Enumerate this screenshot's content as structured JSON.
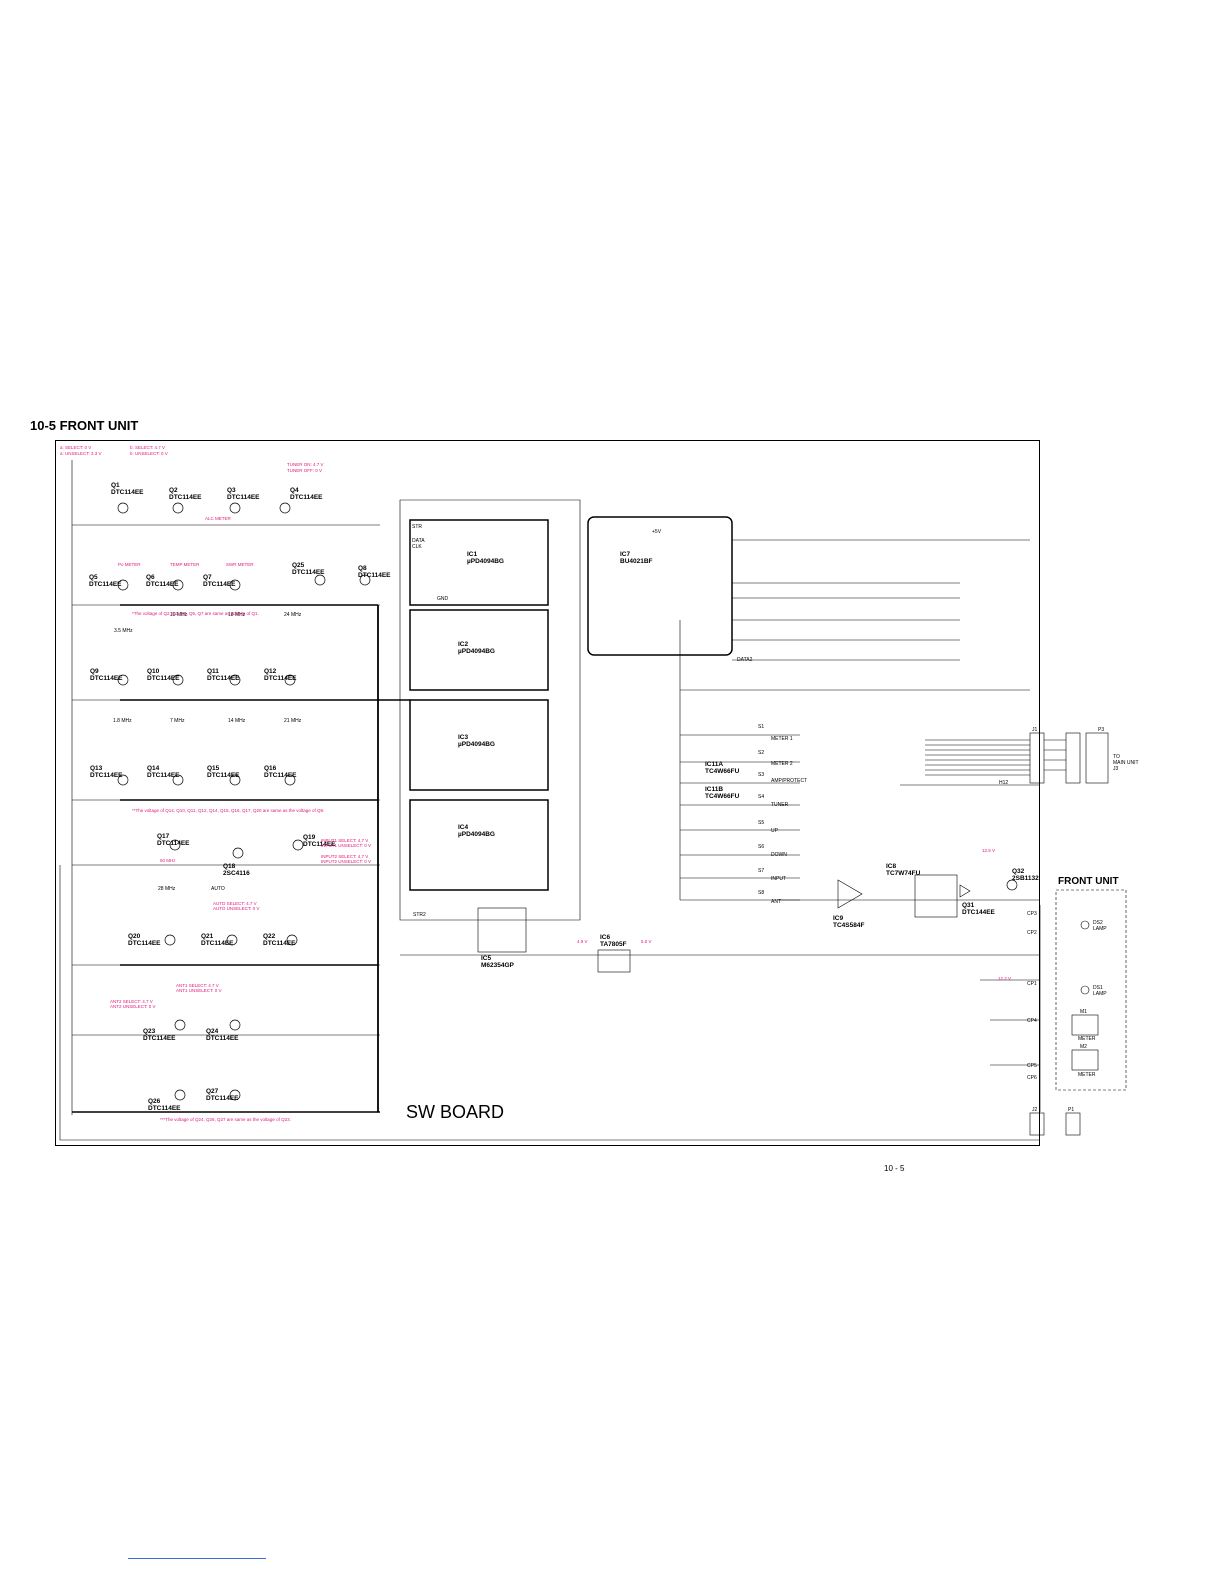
{
  "page": {
    "heading": "10-5  FRONT UNIT",
    "page_number": "10 - 5",
    "board_title": "SW BOARD",
    "front_unit_label": "FRONT UNIT",
    "to_main_unit": [
      "TO",
      "MAIN UNIT",
      "J3"
    ]
  },
  "colors": {
    "line": "#000000",
    "annotation": "#e0197d",
    "link": "#3a6fd8"
  },
  "transistors": [
    {
      "ref": "Q1",
      "type": "DTC114EE"
    },
    {
      "ref": "Q2",
      "type": "DTC114EE"
    },
    {
      "ref": "Q3",
      "type": "DTC114EE"
    },
    {
      "ref": "Q4",
      "type": "DTC114EE"
    },
    {
      "ref": "Q5",
      "type": "DTC114EE"
    },
    {
      "ref": "Q6",
      "type": "DTC114EE"
    },
    {
      "ref": "Q7",
      "type": "DTC114EE"
    },
    {
      "ref": "Q25",
      "type": "DTC114EE"
    },
    {
      "ref": "Q8",
      "type": "DTC114EE"
    },
    {
      "ref": "Q9",
      "type": "DTC114EE"
    },
    {
      "ref": "Q10",
      "type": "DTC114EE"
    },
    {
      "ref": "Q11",
      "type": "DTC114EE"
    },
    {
      "ref": "Q12",
      "type": "DTC114EE"
    },
    {
      "ref": "Q13",
      "type": "DTC114EE"
    },
    {
      "ref": "Q14",
      "type": "DTC114EE"
    },
    {
      "ref": "Q15",
      "type": "DTC114EE"
    },
    {
      "ref": "Q16",
      "type": "DTC114EE"
    },
    {
      "ref": "Q17",
      "type": "DTC114EE"
    },
    {
      "ref": "Q18",
      "type": "2SC4116"
    },
    {
      "ref": "Q19",
      "type": "DTC114EE"
    },
    {
      "ref": "Q20",
      "type": "DTC114EE"
    },
    {
      "ref": "Q21",
      "type": "DTC114EE"
    },
    {
      "ref": "Q22",
      "type": "DTC114EE"
    },
    {
      "ref": "Q23",
      "type": "DTC114EE"
    },
    {
      "ref": "Q24",
      "type": "DTC114EE"
    },
    {
      "ref": "Q26",
      "type": "DTC114EE"
    },
    {
      "ref": "Q27",
      "type": "DTC114EE"
    },
    {
      "ref": "Q31",
      "type": "DTC144EE"
    },
    {
      "ref": "Q32",
      "type": "2SB1132"
    }
  ],
  "ics": [
    {
      "ref": "IC1",
      "type": "µPD4094BG"
    },
    {
      "ref": "IC2",
      "type": "µPD4094BG"
    },
    {
      "ref": "IC3",
      "type": "µPD4094BG"
    },
    {
      "ref": "IC4",
      "type": "µPD4094BG"
    },
    {
      "ref": "IC5",
      "type": "M62354GP"
    },
    {
      "ref": "IC6",
      "type": "TA7805F"
    },
    {
      "ref": "IC7",
      "type": "BU4021BF"
    },
    {
      "ref": "IC8",
      "type": "TC7W74FU"
    },
    {
      "ref": "IC9",
      "type": "TC4S584F"
    },
    {
      "ref": "IC11A",
      "type": "TC4W66FU"
    },
    {
      "ref": "IC11B",
      "type": "TC4W66FU"
    }
  ],
  "switches": [
    {
      "ref": "S1",
      "label": "METER 1"
    },
    {
      "ref": "S2",
      "label": "METER 2"
    },
    {
      "ref": "S3",
      "label": "AMP/PROTECT"
    },
    {
      "ref": "S4",
      "label": "TUNER"
    },
    {
      "ref": "S5",
      "label": "UP"
    },
    {
      "ref": "S6",
      "label": "DOWN"
    },
    {
      "ref": "S7",
      "label": "INPUT"
    },
    {
      "ref": "S8",
      "label": "ANT"
    }
  ],
  "frequency_labels": [
    "3.5 MHz",
    "10 MHz",
    "18 MHz",
    "24 MHz",
    "1.8 MHz",
    "7 MHz",
    "14 MHz",
    "21 MHz",
    "50 MHz",
    "28 MHz",
    "AUTO"
  ],
  "annotations": [
    "a: SELECT: 0 V",
    "a: UNSELECT: 3.3 V",
    "b: SELECT: 4.7 V",
    "b: UNSELECT: 0 V",
    "TUNER ON: 4.7 V",
    "TUNER OFF: 0 V",
    "ALC METER",
    "Po METER",
    "TEMP METER",
    "SWR METER",
    "INPUT1 SELECT: 4.7 V",
    "INPUT1 UNSELECT: 0 V",
    "INPUT2 SELECT: 4.7 V",
    "INPUT2 UNSELECT: 0 V",
    "AUTO SELECT: 4.7 V",
    "AUTO UNSELECT: 0 V",
    "ANT1 SELECT: 4.7 V",
    "ANT1 UNSELECT: 0 V",
    "ANT2 SELECT: 4.7 V",
    "ANT2 UNSELECT: 0 V",
    "4.9 V",
    "5.0 V",
    "12.5 V",
    "12.2 V"
  ],
  "notes": [
    "*The voltage of Q2, Q3, Q4, Q5, Q7 are same as voltage of Q1.",
    "**The voltage of Q14, Q10, Q11, Q12, Q14, Q15, Q16, Q17, Q20 are same as the voltage of Q9.",
    "***The voltage of Q24, Q26, Q27 are same as the voltage of Q23."
  ],
  "front_unit_parts": [
    {
      "ref": "DS2",
      "label": "LAMP"
    },
    {
      "ref": "DS1",
      "label": "LAMP"
    },
    {
      "ref": "M1",
      "label": "METER"
    },
    {
      "ref": "M2",
      "label": "METER"
    }
  ],
  "connectors": [
    "J1",
    "J2",
    "P1",
    "P3",
    "CP1",
    "CP2",
    "CP3",
    "CP4",
    "CP5",
    "CP6"
  ],
  "bus_signals": [
    "STR",
    "DATA",
    "CLK",
    "DATA2",
    "STR2",
    "GND",
    "+5V",
    "H12"
  ]
}
